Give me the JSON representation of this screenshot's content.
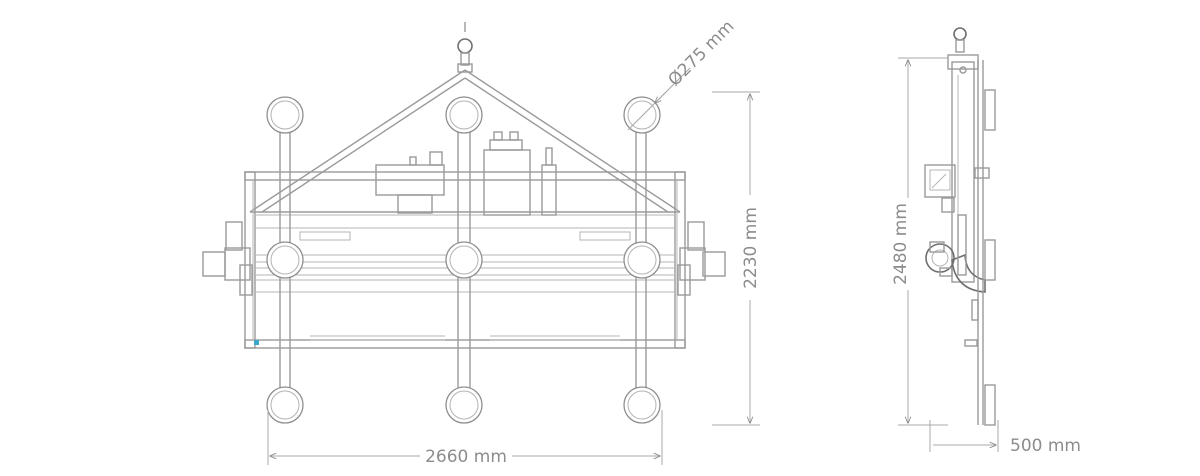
{
  "dimensions": {
    "width_front": "2660 mm",
    "height_front": "2230 mm",
    "cup_diameter": "Ø275 mm",
    "height_side": "2480 mm",
    "depth_side": "500 mm"
  },
  "colors": {
    "line": "#9a9a9a",
    "text": "#8c8c8c",
    "accent": "#3aa6c8"
  }
}
